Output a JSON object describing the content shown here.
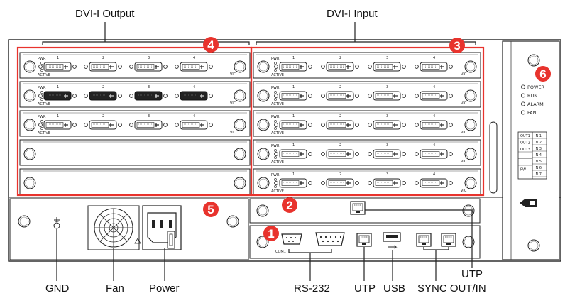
{
  "labels": {
    "dvi_output": "DVI-I Output",
    "dvi_input": "DVI-I Input",
    "gnd": "GND",
    "fan": "Fan",
    "power": "Power",
    "rs232": "RS-232",
    "utp": "UTP",
    "usb": "USB",
    "sync": "SYNC OUT/IN",
    "utp_right": "UTP"
  },
  "markers": {
    "m1": "1",
    "m2": "2",
    "m3": "3",
    "m4": "4",
    "m5": "5",
    "m6": "6"
  },
  "card_text": {
    "pwr": "PWR",
    "active": "ACTIVE",
    "vic": "VIC",
    "port_numbers": [
      "1",
      "2",
      "3",
      "4"
    ],
    "com": "COM1"
  },
  "status_leds": [
    "POWER",
    "RUN",
    "ALARM",
    "FAN"
  ],
  "io_table": {
    "left": [
      "OUT1",
      "OUT2",
      "OUT3",
      "",
      "",
      "PW"
    ],
    "right": [
      "IN 1",
      "IN 2",
      "IN 3",
      "IN 4",
      "IN 5",
      "IN 6",
      "IN 7"
    ]
  },
  "colors": {
    "marker": "#e8332d",
    "highlight_box": "#e8332d",
    "panel_stroke": "#222222"
  }
}
